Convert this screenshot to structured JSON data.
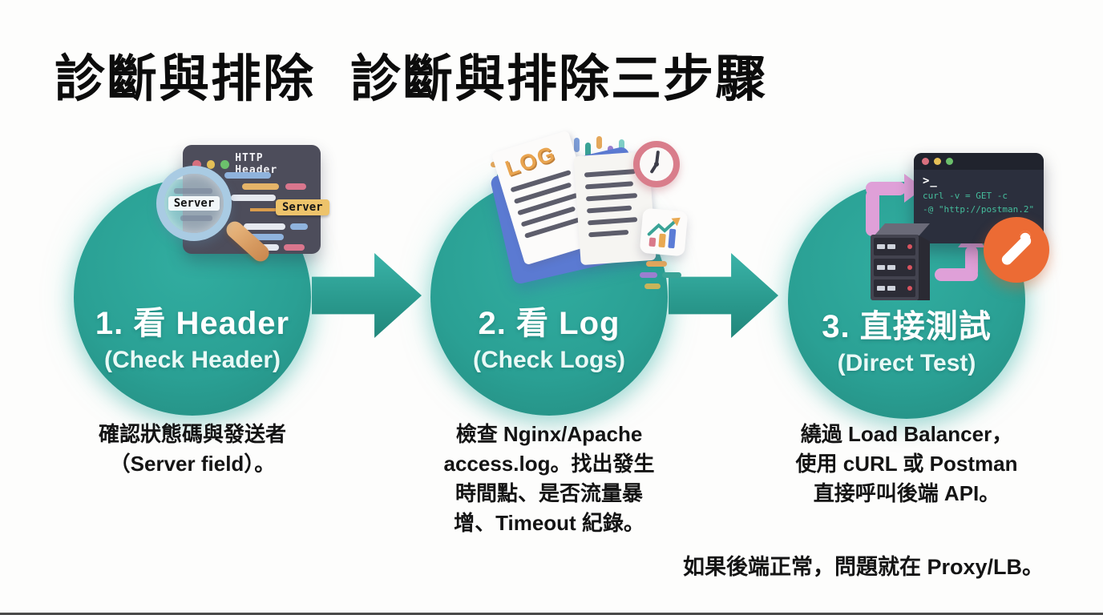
{
  "page": {
    "title_part1": "診斷與排除",
    "title_part2": "診斷與排除三步驟",
    "bottom_note": "如果後端正常，問題就在 Proxy/LB。"
  },
  "colors": {
    "circle_teal": "#2aa094",
    "arrow_teal": "#2a9a8e",
    "window_dark": "#4d4d5b",
    "terminal_dark": "#2b2f3d",
    "postman_orange": "#ec6b34",
    "flow_arrow_pink": "#dfa0d8",
    "server_badge_yellow": "#edc36b",
    "book_cover_blue": "#5b7ad2",
    "clock_pink": "#d97d8b",
    "log_orange": "#e9a44f",
    "text_dark": "#141414",
    "circle_text": "#ffffff"
  },
  "steps": [
    {
      "label": "1. 看 Header",
      "sublabel": "(Check Header)",
      "desc_lines": [
        "確認狀態碼與發送者",
        "（Server field）。"
      ]
    },
    {
      "label": "2. 看 Log",
      "sublabel": "(Check Logs)",
      "desc_lines": [
        "檢查 Nginx/Apache",
        "access.log。找出發生",
        "時間點、是否流量暴",
        "增、Timeout 紀錄。"
      ]
    },
    {
      "label": "3. 直接測試",
      "sublabel": "(Direct Test)",
      "desc_lines": [
        "繞過 Load Balancer，",
        "使用 cURL 或 Postman",
        "直接呼叫後端 API。"
      ]
    }
  ],
  "illustrations": {
    "header_window": {
      "window_title": "HTTP Header",
      "badge_label": "Server",
      "magnifier_label": "Server"
    },
    "log_book": {
      "log_label": "LOG"
    },
    "terminal": {
      "prompt": ">_",
      "line1": "curl -v = GET -c",
      "line2": "-@ \"http://postman.2\""
    }
  }
}
